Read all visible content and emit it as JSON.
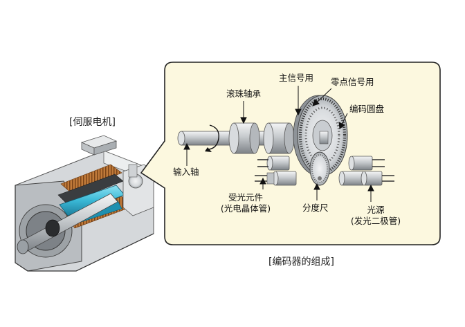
{
  "captions": {
    "servo_motor": "[伺服电机]",
    "encoder_composition": "[编码器的组成]"
  },
  "labels": {
    "main_signal": "主信号用",
    "zero_signal": "零点信号用",
    "code_disc": "编码圆盘",
    "bearing": "滚珠轴承",
    "input_shaft": "输入轴",
    "receiver_line1": "受光元件",
    "receiver_line2": "(光电晶体管)",
    "scale": "分度尺",
    "light_source_line1": "光源",
    "light_source_line2": "(发光二极管)"
  },
  "colors": {
    "panel_fill": "#fcf8df",
    "panel_border": "#222222",
    "metal": "#c9cdd1",
    "copper": "#b87333",
    "magnet": "#3ab8d6"
  }
}
